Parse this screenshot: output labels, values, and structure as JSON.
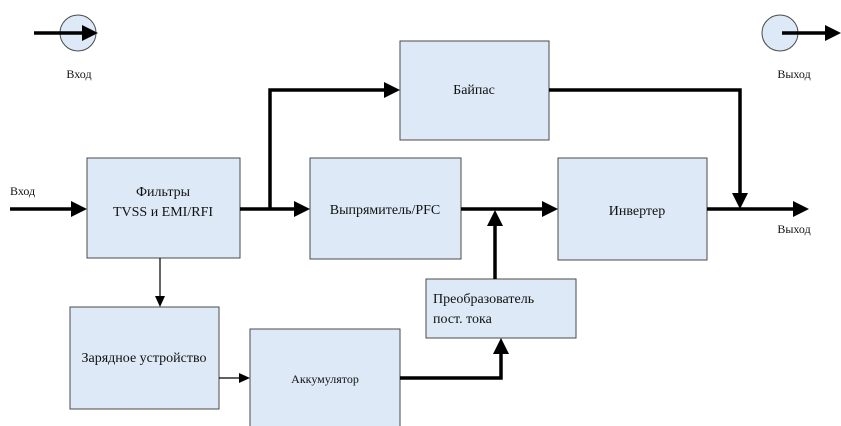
{
  "ports": {
    "input_top_label": "Вход",
    "output_top_label": "Выход",
    "input_left_label": "Вход",
    "output_right_label": "Выход"
  },
  "blocks": {
    "filters_line1": "Фильтры",
    "filters_line2": "TVSS и EMI/RFI",
    "bypass": "Байпас",
    "rectifier": "Выпрямитель/PFC",
    "inverter": "Инвертер",
    "charger": "Зарядное устройство",
    "battery": "Аккумулятор",
    "dc_converter_line1": "Преобразователь",
    "dc_converter_line2": "пост. тока"
  },
  "colors": {
    "block_fill": "#dde9f7",
    "block_stroke": "#4a4a4a",
    "arrow": "#000000"
  }
}
